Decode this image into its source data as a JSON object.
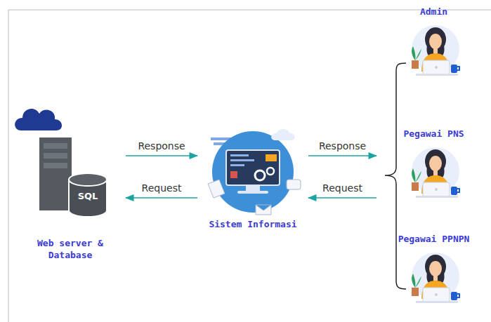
{
  "diagram": {
    "nodes": [
      {
        "text": [
          "Web server & Database"
        ]
      },
      {
        "text": [
          "Sistem Informasi"
        ]
      },
      {
        "text": [
          "Admin"
        ]
      },
      {
        "text": [
          "Pegawai PNS"
        ]
      },
      {
        "text": [
          "Pegawai PPNPN"
        ]
      }
    ],
    "edges": [
      {
        "from": 0,
        "to": 1,
        "label": "Response",
        "arrow": "to"
      },
      {
        "from": 1,
        "to": 0,
        "label": "Request",
        "arrow": "to"
      },
      {
        "from": 1,
        "to": 3,
        "label": "Response",
        "arrow": "to"
      },
      {
        "from": 3,
        "to": 1,
        "label": "Request",
        "arrow": "to"
      }
    ],
    "labels": [
      "SQL"
    ]
  }
}
